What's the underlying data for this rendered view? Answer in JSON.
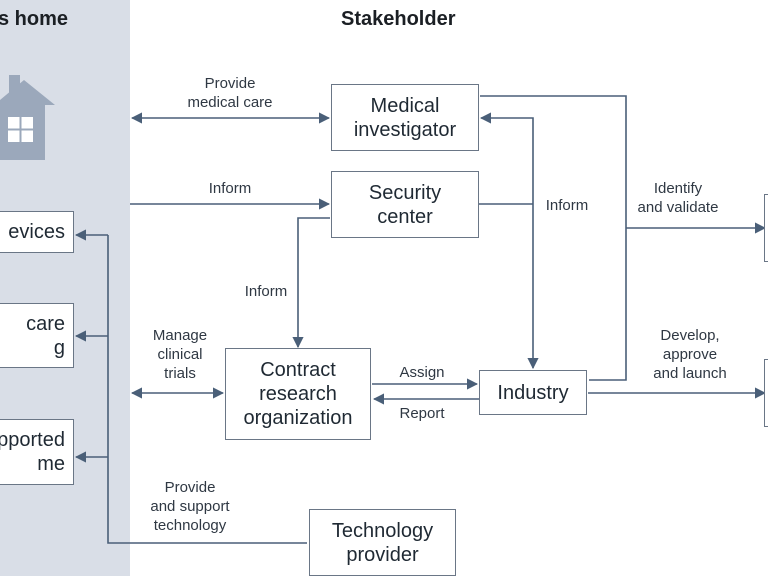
{
  "sections": {
    "home_title": "s home",
    "stakeholder_title": "Stakeholder"
  },
  "nodes": {
    "medical_investigator": "Medical\ninvestigator",
    "security_center": "Security\ncenter",
    "contract_research_organization": "Contract\nresearch\norganization",
    "industry": "Industry",
    "technology_provider": "Technology\nprovider",
    "devices": "evices",
    "care": "care\ng",
    "supported_home": "pported\nme"
  },
  "edge_labels": {
    "provide_medical_care": "Provide\nmedical care",
    "inform_security": "Inform",
    "inform_cro": "Inform",
    "inform_industry": "Inform",
    "manage_clinical_trials": "Manage\nclinical\ntrials",
    "assign": "Assign",
    "report": "Report",
    "identify_validate": "Identify\nand validate",
    "develop_approve_launch": "Develop,\napprove\nand launch",
    "provide_support_technology": "Provide\nand support\ntechnology"
  },
  "colors": {
    "home_background": "#d9dee7",
    "line": "#4a5f78",
    "house": "#9ba8bb"
  },
  "icons": {
    "home": "house-icon"
  }
}
